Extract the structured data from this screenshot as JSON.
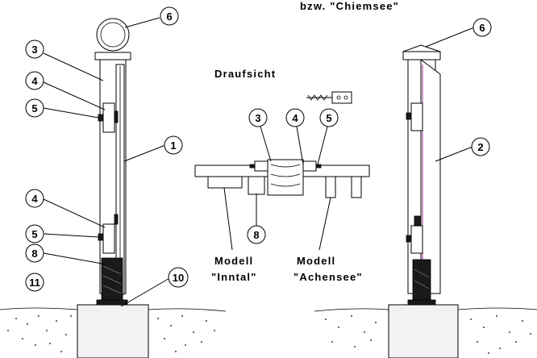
{
  "labels": {
    "chiemsee": "bzw. \"Chiemsee\"",
    "draufsicht": "Draufsicht",
    "modell_inntal_1": "Modell",
    "modell_inntal_2": "\"Inntal\"",
    "modell_achensee_1": "Modell",
    "modell_achensee_2": "\"Achensee\""
  },
  "callouts": {
    "c6_left": "6",
    "c3_left": "3",
    "c4_left_top": "4",
    "c5_left_top": "5",
    "c1": "1",
    "c4_left_bot": "4",
    "c5_left_bot": "5",
    "c8_left": "8",
    "c11": "11",
    "c10": "10",
    "c3_mid": "3",
    "c4_mid": "4",
    "c5_mid": "5",
    "c8_mid": "8",
    "c6_right": "6",
    "c2": "2"
  }
}
